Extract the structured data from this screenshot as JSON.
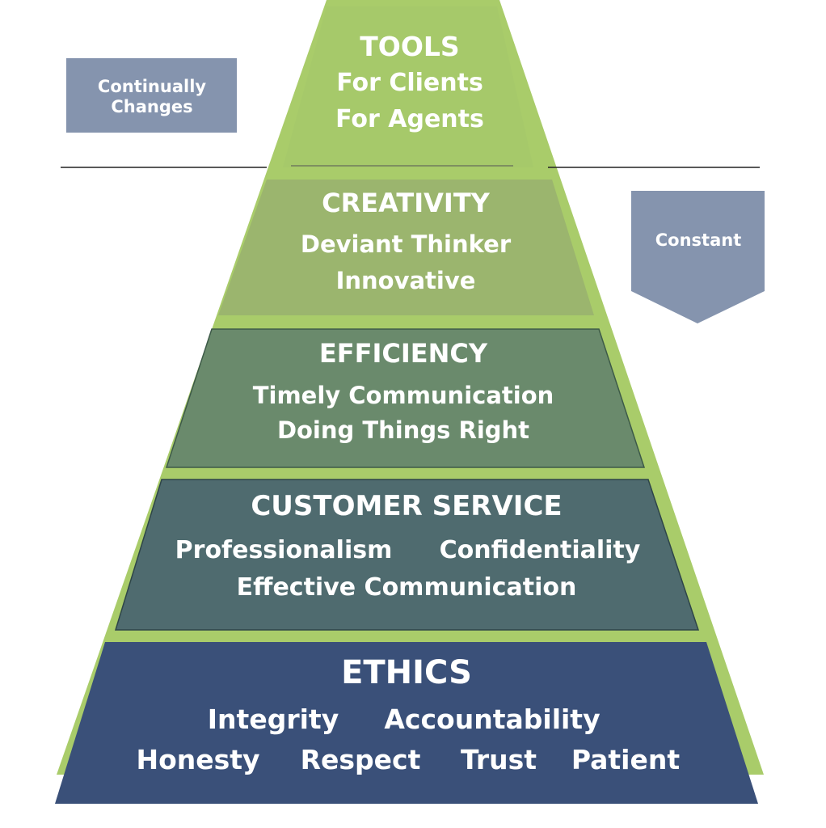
{
  "colors": {
    "outer_green": "#a9cc6a",
    "tools": "#a6c96a",
    "creativity": "#9bb56e",
    "efficiency": "#6a8a6c",
    "customer_service": "#4f6b6f",
    "ethics": "#3a5079",
    "label_box": "#8594ae",
    "divider": "#222222",
    "text": "#ffffff"
  },
  "side_labels": {
    "changes": [
      "Continually",
      "Changes"
    ],
    "constant": "Constant"
  },
  "tiers": {
    "tools": {
      "title": "TOOLS",
      "lines": [
        "For Clients",
        "For Agents"
      ]
    },
    "creativity": {
      "title": "CREATIVITY",
      "lines": [
        "Deviant Thinker",
        "Innovative"
      ]
    },
    "efficiency": {
      "title": "EFFICIENCY",
      "lines": [
        "Timely Communication",
        "Doing Things Right"
      ]
    },
    "customer_service": {
      "title": "CUSTOMER SERVICE",
      "lines": [
        "Professionalism",
        "Confidentiality",
        "Effective Communication"
      ]
    },
    "ethics": {
      "title": "ETHICS",
      "lines": [
        "Integrity",
        "Accountability",
        "Honesty",
        "Respect",
        "Trust",
        "Patient"
      ]
    }
  }
}
